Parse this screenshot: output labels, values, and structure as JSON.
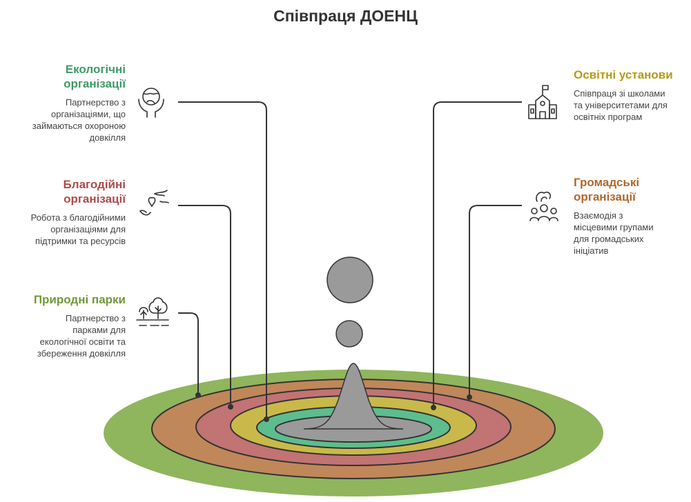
{
  "title": "Співпраця ДОЕНЦ",
  "colors": {
    "outer_green": "#8fb55d",
    "brown": "#c0875a",
    "red": "#c27373",
    "yellow": "#c9b94a",
    "teal": "#5dbd8e",
    "gray": "#9a9a9a",
    "line": "#333333"
  },
  "items": {
    "ecological": {
      "title_lines": [
        "Екологічні",
        "організації"
      ],
      "description_lines": [
        "Партнерство з",
        "організаціями, що",
        "займаються охороною",
        "довкілля"
      ],
      "color": "#3e9a67",
      "icon": "globe-hands-icon"
    },
    "charity": {
      "title_lines": [
        "Благодійні",
        "організації"
      ],
      "description_lines": [
        "Робота з благодійними",
        "організаціями для",
        "підтримки та ресурсів"
      ],
      "color": "#b24a4a",
      "icon": "hands-heart-icon"
    },
    "parks": {
      "title_lines": [
        "Природні парки"
      ],
      "description_lines": [
        "Партнерство з",
        "парками для",
        "екологічної освіти та",
        "збереження довкілля"
      ],
      "color": "#6f9a3a",
      "icon": "trees-icon"
    },
    "education": {
      "title_lines": [
        "Освітні установи"
      ],
      "description_lines": [
        "Співпраця зі школами",
        "та університетами для",
        "освітніх програм"
      ],
      "color": "#b59a12",
      "icon": "school-building-icon"
    },
    "community": {
      "title_lines": [
        "Громадські",
        "організації"
      ],
      "description_lines": [
        "Взаємодія з",
        "місцевими групами",
        "для громадських",
        "ініціатив"
      ],
      "color": "#b0672a",
      "icon": "community-group-icon"
    }
  }
}
